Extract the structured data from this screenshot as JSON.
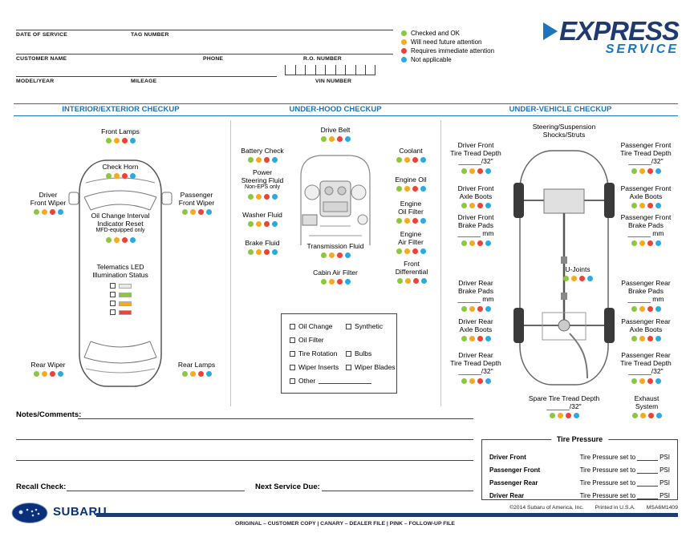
{
  "page": {
    "status_colors": [
      "#8DC63F",
      "#F9A91E",
      "#EF4136",
      "#29ABE2"
    ],
    "accent_blue": "#1B75BC",
    "navy": "#1F3A6E"
  },
  "header_form": {
    "date_of_service": "DATE OF SERVICE",
    "tag_number": "TAG NUMBER",
    "customer_name": "CUSTOMER NAME",
    "phone": "PHONE",
    "ro_number": "R.O. NUMBER",
    "model_year": "MODEL/YEAR",
    "mileage": "MILEAGE",
    "vin_number": "VIN NUMBER"
  },
  "legend": [
    {
      "label": "Checked and OK",
      "color": "#8DC63F"
    },
    {
      "label": "Will need future attention",
      "color": "#F9A91E"
    },
    {
      "label": "Requires immediate attention",
      "color": "#EF4136"
    },
    {
      "label": "Not applicable",
      "color": "#29ABE2"
    }
  ],
  "brand": {
    "express": "EXPRESS",
    "service": "SERVICE",
    "subaru": "SUBARU"
  },
  "interior": {
    "title": "INTERIOR/EXTERIOR CHECKUP",
    "front_lamps": "Front Lamps",
    "check_horn": "Check Horn",
    "driver_front_wiper": "Driver\nFront Wiper",
    "passenger_front_wiper": "Passenger\nFront Wiper",
    "oil_change_interval": "Oil Change Interval\nIndicator Reset",
    "oil_change_interval_sub": "MFD-equipped only",
    "telematics": "Telematics LED\nIllumination Status",
    "telematics_leds": [
      "#E8E8E8",
      "#8DC63F",
      "#F9A91E",
      "#EF4136"
    ],
    "rear_wiper": "Rear Wiper",
    "rear_lamps": "Rear Lamps"
  },
  "under_hood": {
    "title": "UNDER-HOOD CHECKUP",
    "drive_belt": "Drive Belt",
    "battery_check": "Battery Check",
    "coolant": "Coolant",
    "power_steering_fluid": "Power\nSteering Fluid",
    "power_steering_sub": "Non-EPS only",
    "engine_oil": "Engine Oil",
    "washer_fluid": "Washer Fluid",
    "engine_oil_filter": "Engine\nOil Filter",
    "brake_fluid": "Brake Fluid",
    "engine_air_filter": "Engine\nAir Filter",
    "transmission_fluid": "Transmission Fluid",
    "front_differential": "Front\nDifferential",
    "cabin_air_filter": "Cabin Air Filter",
    "services": {
      "oil_change": "Oil Change",
      "synthetic": "Synthetic",
      "oil_filter": "Oil Filter",
      "tire_rotation": "Tire Rotation",
      "bulbs": "Bulbs",
      "wiper_inserts": "Wiper Inserts",
      "wiper_blades": "Wiper Blades",
      "other": "Other"
    }
  },
  "under_vehicle": {
    "title": "UNDER-VEHICLE CHECKUP",
    "steering_suspension": "Steering/Suspension\nShocks/Struts",
    "tread_unit": "______/32\"",
    "mm_unit": "______ mm",
    "driver_front_tire": "Driver Front\nTire Tread Depth",
    "passenger_front_tire": "Passenger Front\nTire Tread Depth",
    "driver_front_axle": "Driver Front\nAxle Boots",
    "passenger_front_axle": "Passenger Front\nAxle Boots",
    "driver_front_brake": "Driver Front\nBrake Pads",
    "passenger_front_brake": "Passenger Front\nBrake Pads",
    "u_joints": "U-Joints",
    "driver_rear_brake": "Driver Rear\nBrake Pads",
    "passenger_rear_brake": "Passenger Rear\nBrake Pads",
    "driver_rear_axle": "Driver Rear\nAxle Boots",
    "passenger_rear_axle": "Passenger Rear\nAxle Boots",
    "driver_rear_tire": "Driver Rear\nTire Tread Depth",
    "passenger_rear_tire": "Passenger Rear\nTire Tread Depth",
    "spare_tire": "Spare Tire Tread Depth",
    "exhaust_system": "Exhaust\nSystem",
    "tire_pressure": {
      "title": "Tire Pressure",
      "set_to": "Tire Pressure set to",
      "psi": "PSI",
      "rows": [
        "Driver Front",
        "Passenger Front",
        "Passenger Rear",
        "Driver Rear"
      ]
    }
  },
  "footer": {
    "notes_label": "Notes/Comments:",
    "recall_label": "Recall Check:",
    "next_service_label": "Next Service Due:",
    "copies_line": "ORIGINAL – CUSTOMER COPY  |  CANARY – DEALER FILE  |  PINK – FOLLOW-UP FILE",
    "copyright": "©2014 Subaru of America, Inc.",
    "printed": "Printed in U.S.A.",
    "part_number": "MSA6M1409"
  }
}
